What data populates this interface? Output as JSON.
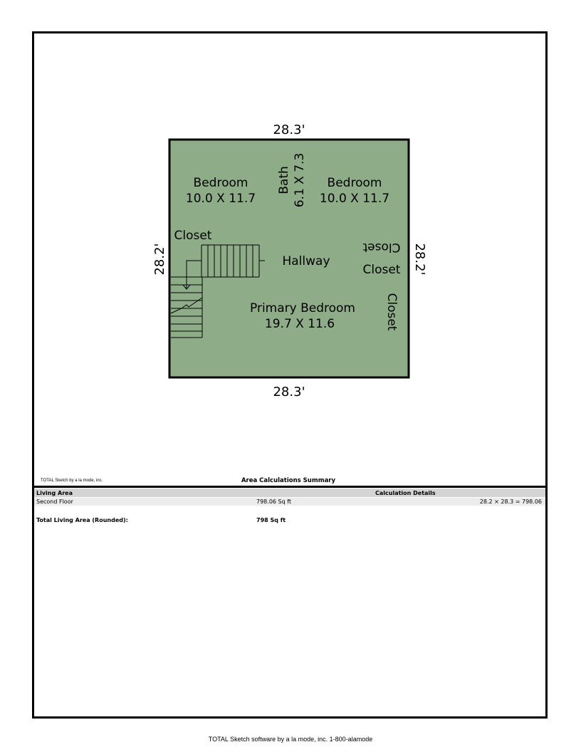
{
  "sketch": {
    "dimensions": {
      "top": "28.3'",
      "bottom": "28.3'",
      "left": "28.2'",
      "right": "28.2'"
    },
    "rooms": {
      "bedroom_left": {
        "name": "Bedroom",
        "size": "10.0 X 11.7"
      },
      "bath": {
        "name": "Bath",
        "size": "6.1 X 7.3"
      },
      "bedroom_right": {
        "name": "Bedroom",
        "size": "10.0 X 11.7"
      },
      "closet_left": "Closet",
      "closet_right_flipped": "Closet",
      "closet_right": "Closet",
      "closet_side": "Closet",
      "hallway": "Hallway",
      "primary_bedroom": {
        "name": "Primary Bedroom",
        "size": "19.7 X 11.6"
      }
    },
    "colors": {
      "floor_fill": "#8fac88",
      "wall": "#000000"
    }
  },
  "summary": {
    "software_credit": "TOTAL Sketch by a la mode, inc.",
    "title": "Area Calculations Summary",
    "headers": {
      "living_area": "Living Area",
      "calc_details": "Calculation Details"
    },
    "rows": [
      {
        "name": "Second Floor",
        "area": "798.06 Sq ft",
        "details": "28.2 × 28.3  =  798.06"
      }
    ],
    "total": {
      "label": "Total Living Area (Rounded):",
      "value": "798 Sq ft"
    }
  },
  "footer": "TOTAL Sketch software by a la mode, inc. 1-800-alamode"
}
